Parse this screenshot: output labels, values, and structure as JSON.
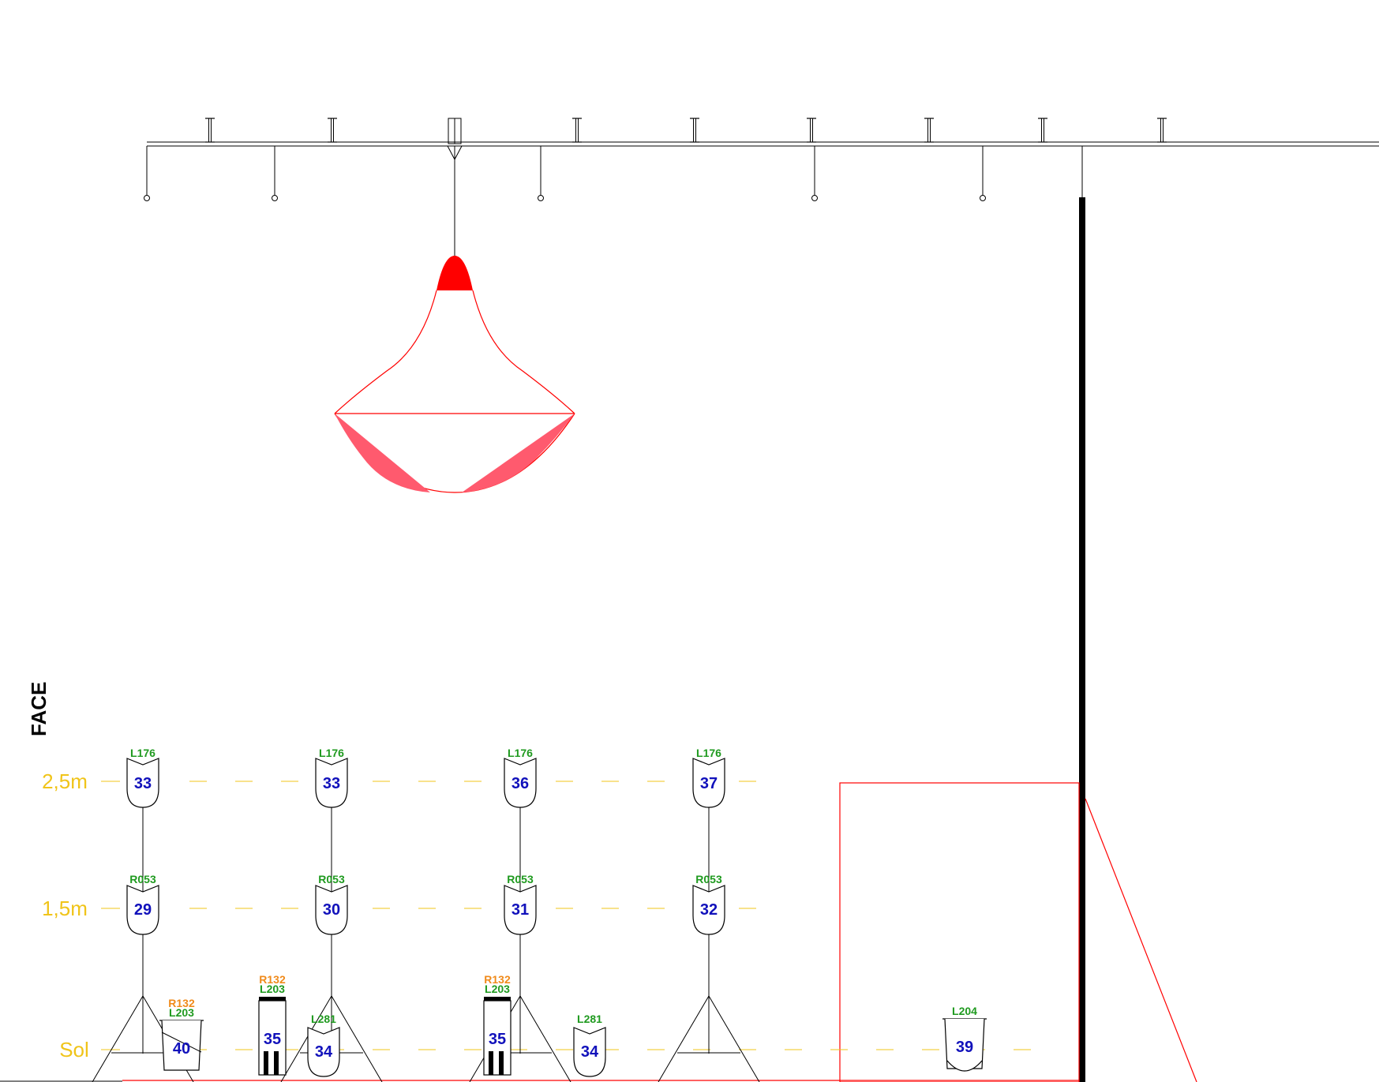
{
  "face_label": "FACE",
  "colors": {
    "level": "#f0c419",
    "number": "#1111bb",
    "code_green": "#1f9a1f",
    "code_orange": "#f08a1a",
    "red": "#ff0000",
    "pink": "#ff5a6e",
    "line": "#000000",
    "truss": "#888888"
  },
  "levels": [
    {
      "label": "2,5m"
    },
    {
      "label": "1,5m"
    },
    {
      "label": "Sol"
    }
  ],
  "stand_fixtures": [
    {
      "top": {
        "code": "L176",
        "number": "33"
      },
      "mid": {
        "code": "R053",
        "number": "29"
      }
    },
    {
      "top": {
        "code": "L176",
        "number": "33"
      },
      "mid": {
        "code": "R053",
        "number": "30"
      }
    },
    {
      "top": {
        "code": "L176",
        "number": "36"
      },
      "mid": {
        "code": "R053",
        "number": "31"
      }
    },
    {
      "top": {
        "code": "L176",
        "number": "37"
      },
      "mid": {
        "code": "R053",
        "number": "32"
      }
    }
  ],
  "floor_fixtures": [
    {
      "kind": "bowl",
      "codes": [
        "R132",
        "L203"
      ],
      "number": "40"
    },
    {
      "kind": "strip",
      "codes": [
        "R132",
        "L203"
      ],
      "number": "35"
    },
    {
      "kind": "par",
      "codes": [
        "L281"
      ],
      "number": "34"
    },
    {
      "kind": "strip",
      "codes": [
        "R132",
        "L203"
      ],
      "number": "35"
    },
    {
      "kind": "par",
      "codes": [
        "L281"
      ],
      "number": "34"
    },
    {
      "kind": "bowl",
      "codes": [
        "L204"
      ],
      "number": "39"
    }
  ],
  "truss": {
    "beam_count": 9,
    "drop_count": 7
  }
}
